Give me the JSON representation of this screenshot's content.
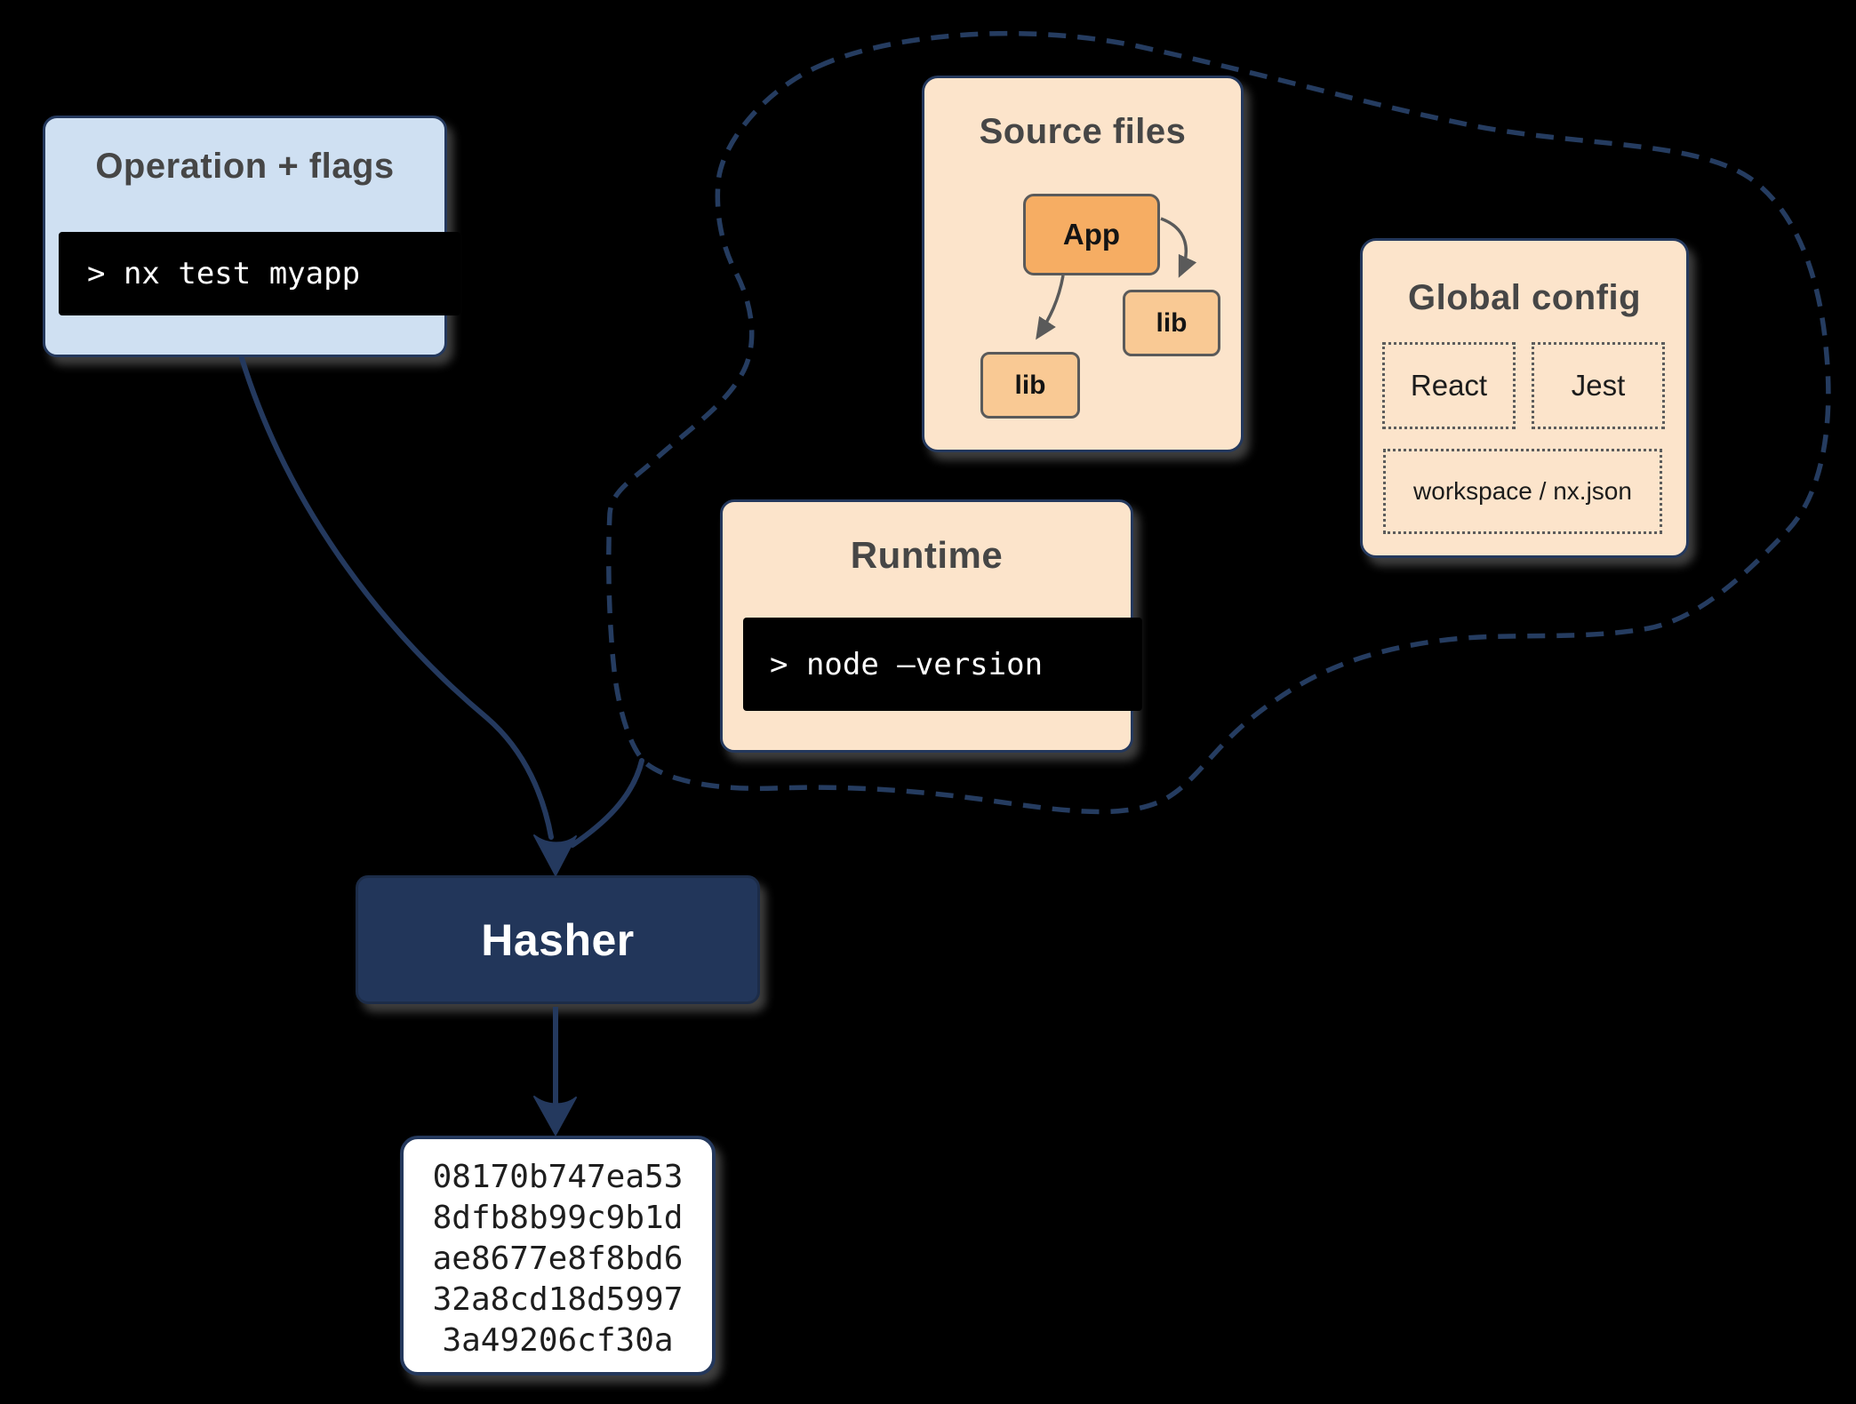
{
  "palette": {
    "background": "#000000",
    "navy_border": "#24385c",
    "cloud_dash": "#253c60",
    "peach": "#fce4cb",
    "light_blue": "#cfe0f2",
    "orange_node": "#f6ad63",
    "light_orange_node": "#f9c994",
    "terminal_bg": "#000000",
    "terminal_text": "#ffffff",
    "title_text": "#464646",
    "gray_arrow": "#5a5a5a",
    "hasher_bg": "#22365a",
    "hash_text": "#1e1e1e"
  },
  "operation": {
    "title": "Operation + flags",
    "command": "> nx test myapp"
  },
  "cloud": {
    "source_files": {
      "title": "Source files",
      "app_label": "App",
      "lib_right_label": "lib",
      "lib_left_label": "lib"
    },
    "global_config": {
      "title": "Global config",
      "item_react": "React",
      "item_jest": "Jest",
      "item_workspace": "workspace / nx.json"
    },
    "runtime": {
      "title": "Runtime",
      "command": "> node –version"
    }
  },
  "hasher": {
    "label": "Hasher"
  },
  "hash_output": {
    "lines": [
      "08170b747ea53",
      "8dfb8b99c9b1d",
      "ae8677e8f8bd6",
      "32a8cd18d5997",
      "3a49206cf30a"
    ]
  }
}
